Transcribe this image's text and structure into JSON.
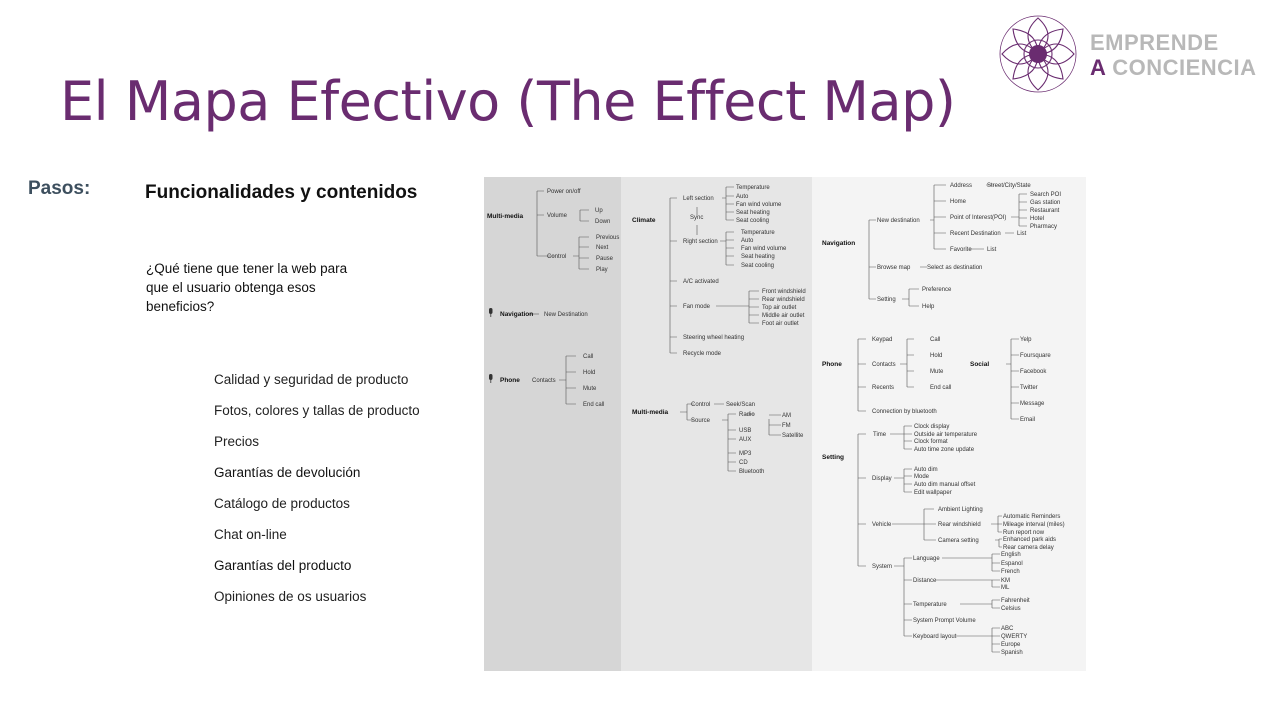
{
  "slide": {
    "title": "El Mapa Efectivo (The Effect Map)",
    "brand_line1": "EMPRENDE",
    "brand_line2_a": "A",
    "brand_line2_b": "CONCIENCIA",
    "pasos": "Pasos:",
    "heading": "Funcionalidades y contenidos",
    "question": "¿Qué tiene que tener la web para que el usuario obtenga esos beneficios?",
    "items": [
      "Calidad y seguridad de producto",
      "Fotos,  colores y tallas de producto",
      "Precios",
      "Garantías de devolución",
      "Catálogo de productos",
      "Chat on-line",
      "Garantías del producto",
      "Opiniones de os usuarios"
    ]
  },
  "colors": {
    "title": "#6a2c70",
    "brand_gray": "#b8b8b8",
    "pasos": "#3d4f5e"
  },
  "icons": {
    "logo": "lotus-logo-icon",
    "mic": "microphone-icon"
  },
  "map_labels": {
    "c1": [
      "Multi-media",
      "Power on/off",
      "Volume",
      "Up",
      "Down",
      "Control",
      "Previous",
      "Next",
      "Pause",
      "Play",
      "Navigation",
      "New Destination",
      "Phone",
      "Contacts",
      "Call",
      "Hold",
      "Mute",
      "End call"
    ],
    "c2": [
      "Climate",
      "Left section",
      "Temperature",
      "Auto",
      "Fan wind volume",
      "Seat heating",
      "Seat cooling",
      "Sync",
      "Right section",
      "Temperature",
      "Auto",
      "Fan wind volume",
      "Seat heating",
      "Seat cooling",
      "A/C activated",
      "Fan mode",
      "Front windshield",
      "Rear windshield",
      "Top air outlet",
      "Middle air outlet",
      "Foot air outlet",
      "Steering wheel heating",
      "Recycle mode",
      "Multi-media",
      "Control",
      "Seek/Scan",
      "Source",
      "Radio",
      "AM",
      "FM",
      "Satellite",
      "USB",
      "AUX",
      "MP3",
      "CD",
      "Bluetooth"
    ],
    "c3": [
      "Navigation",
      "New destination",
      "Address",
      "Street/City/State",
      "Home",
      "Point of Interest(POI)",
      "Search POI",
      "Gas station",
      "Restaurant",
      "Hotel",
      "Pharmacy",
      "Recent Destination",
      "List",
      "Favorite",
      "List",
      "Browse map",
      "Select as destination",
      "Setting",
      "Preference",
      "Help",
      "Phone",
      "Keypad",
      "Contacts",
      "Call",
      "Hold",
      "Mute",
      "End call",
      "Recents",
      "Connection by bluetooth",
      "Social",
      "Yelp",
      "Foursquare",
      "Facebook",
      "Twitter",
      "Message",
      "Email",
      "Setting",
      "Time",
      "Clock display",
      "Outside air temperature",
      "Clock format",
      "Auto time zone update",
      "Display",
      "Auto dim",
      "Mode",
      "Auto dim manual offset",
      "Edit wallpaper",
      "Vehicle",
      "Ambient Lighting",
      "Rear windshield",
      "Automatic Reminders",
      "Mileage interval (miles)",
      "Run report now",
      "Camera setting",
      "Enhanced park aids",
      "Rear camera delay",
      "System",
      "Language",
      "English",
      "Espanol",
      "French",
      "Distance",
      "KM",
      "ML",
      "Temperature",
      "Fahrenheit",
      "Celsius",
      "System Prompt Volume",
      "Keyboard layout",
      "ABC",
      "QWERTY",
      "Europe",
      "Spanish"
    ]
  }
}
